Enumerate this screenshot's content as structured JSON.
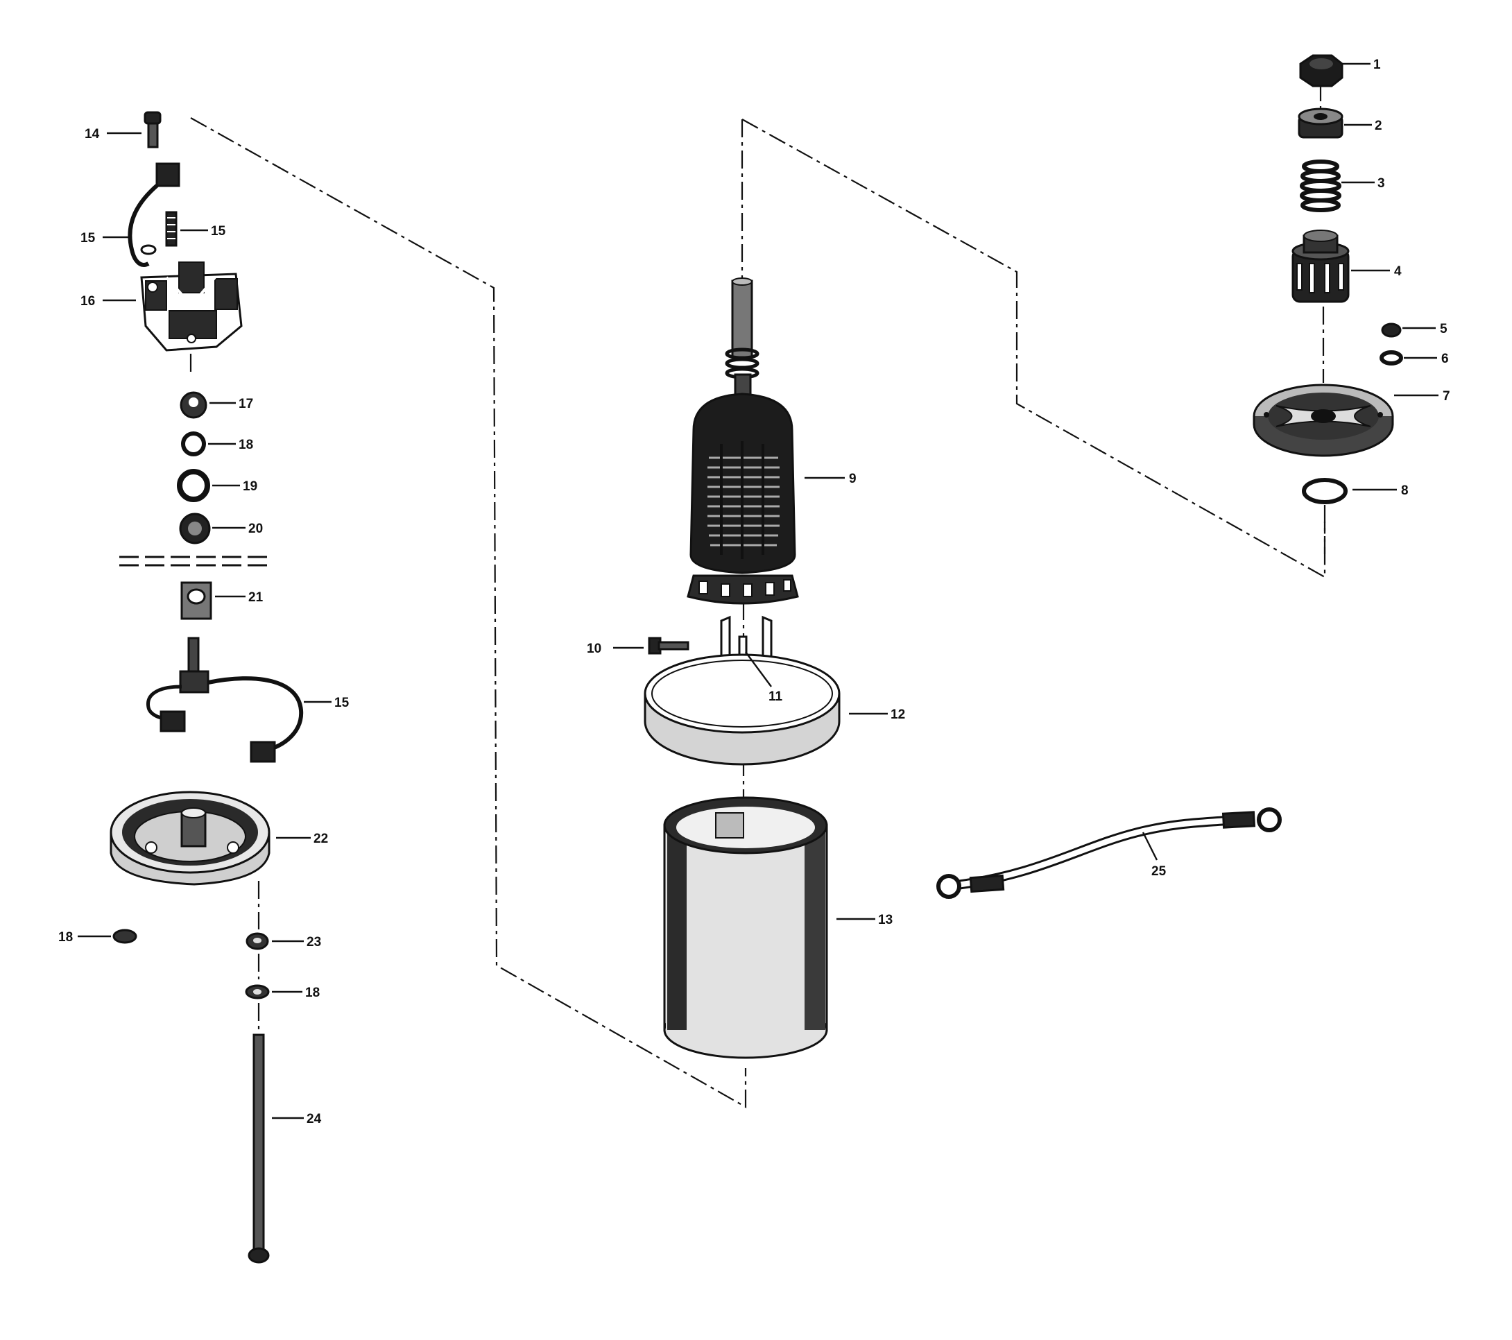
{
  "callouts": [
    {
      "id": "c1",
      "label": "1"
    },
    {
      "id": "c2",
      "label": "2"
    },
    {
      "id": "c3",
      "label": "3"
    },
    {
      "id": "c4",
      "label": "4"
    },
    {
      "id": "c5",
      "label": "5"
    },
    {
      "id": "c6",
      "label": "6"
    },
    {
      "id": "c7",
      "label": "7"
    },
    {
      "id": "c8",
      "label": "8"
    },
    {
      "id": "c9",
      "label": "9"
    },
    {
      "id": "c10",
      "label": "10"
    },
    {
      "id": "c11",
      "label": "11"
    },
    {
      "id": "c12",
      "label": "12"
    },
    {
      "id": "c13",
      "label": "13"
    },
    {
      "id": "c14",
      "label": "14"
    },
    {
      "id": "c15a",
      "label": "15"
    },
    {
      "id": "c15b",
      "label": "15"
    },
    {
      "id": "c16",
      "label": "16"
    },
    {
      "id": "c17",
      "label": "17"
    },
    {
      "id": "c18a",
      "label": "18"
    },
    {
      "id": "c19",
      "label": "19"
    },
    {
      "id": "c20",
      "label": "20"
    },
    {
      "id": "c21",
      "label": "21"
    },
    {
      "id": "c15c",
      "label": "15"
    },
    {
      "id": "c22",
      "label": "22"
    },
    {
      "id": "c18b",
      "label": "18"
    },
    {
      "id": "c23",
      "label": "23"
    },
    {
      "id": "c18c",
      "label": "18"
    },
    {
      "id": "c24",
      "label": "24"
    },
    {
      "id": "c25",
      "label": "25"
    }
  ]
}
